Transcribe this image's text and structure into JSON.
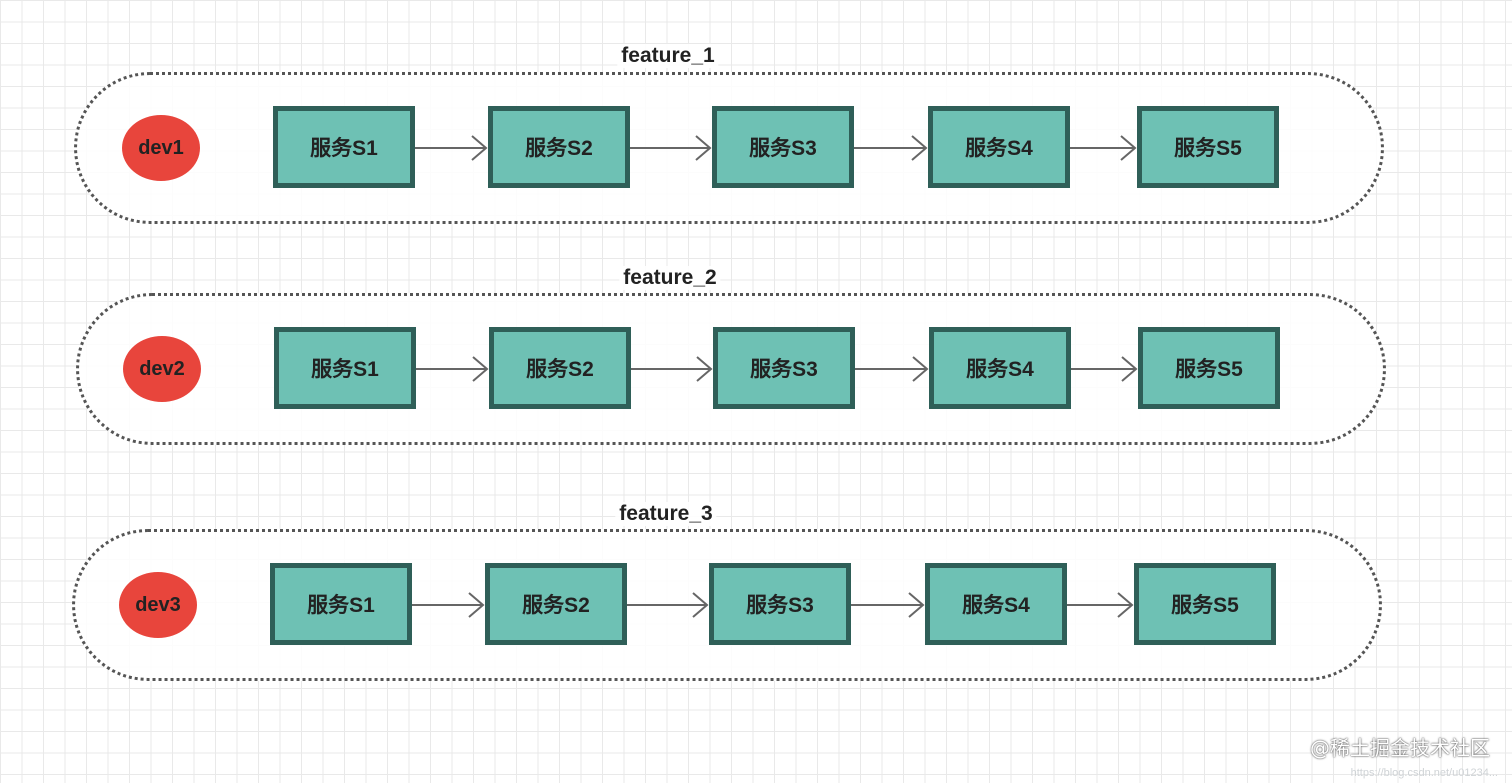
{
  "groups": [
    {
      "title": "feature_1",
      "dev": "dev1",
      "services": [
        "服务S1",
        "服务S2",
        "服务S3",
        "服务S4",
        "服务S5"
      ]
    },
    {
      "title": "feature_2",
      "dev": "dev2",
      "services": [
        "服务S1",
        "服务S2",
        "服务S3",
        "服务S4",
        "服务S5"
      ]
    },
    {
      "title": "feature_3",
      "dev": "dev3",
      "services": [
        "服务S1",
        "服务S2",
        "服务S3",
        "服务S4",
        "服务S5"
      ]
    }
  ],
  "watermark": "@稀土掘金技术社区",
  "watermark_sub": "https://blog.csdn.net/u01234..."
}
